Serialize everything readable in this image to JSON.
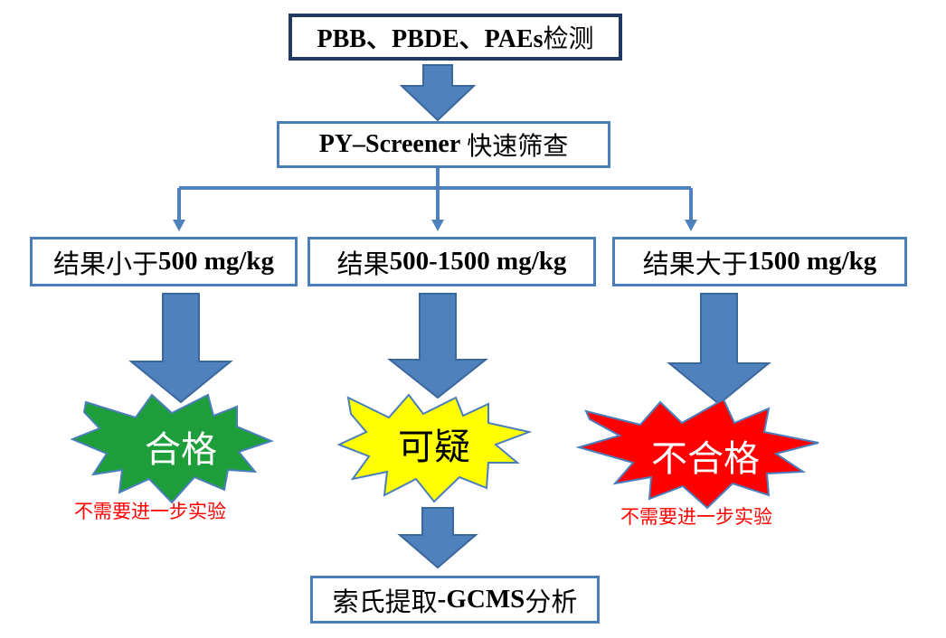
{
  "colors": {
    "arrow": "#4f81bd",
    "arrow_stroke": "#3a679c",
    "connector": "#4f81bd",
    "pass": "#1e9e3a",
    "doubt": "#ffff00",
    "fail": "#ff0000",
    "note": "#ff0000"
  },
  "top_box": {
    "prefix": "PBB、PBDE、PAEs",
    "suffix": "检测"
  },
  "screen_box": {
    "prefix": "PY–Screener",
    "suffix": " 快速筛查"
  },
  "results": [
    {
      "prefix": "结果小于",
      "value": "500 mg/kg"
    },
    {
      "prefix": "结果",
      "value": "500-1500 mg/kg"
    },
    {
      "prefix": "结果大于",
      "value": "1500 mg/kg"
    }
  ],
  "outcomes": [
    {
      "label": "合格",
      "color": "#1e9e3a",
      "text_color": "#ffffff",
      "note": "不需要进一步实验"
    },
    {
      "label": "可疑",
      "color": "#ffff00",
      "text_color": "#000000",
      "note": ""
    },
    {
      "label": "不合格",
      "color": "#ff0000",
      "text_color": "#ffffff",
      "note": "不需要进一步实验"
    }
  ],
  "final_box": {
    "prefix": "索氏提取",
    "suffix": "-GCMS",
    "tail": "分析"
  }
}
